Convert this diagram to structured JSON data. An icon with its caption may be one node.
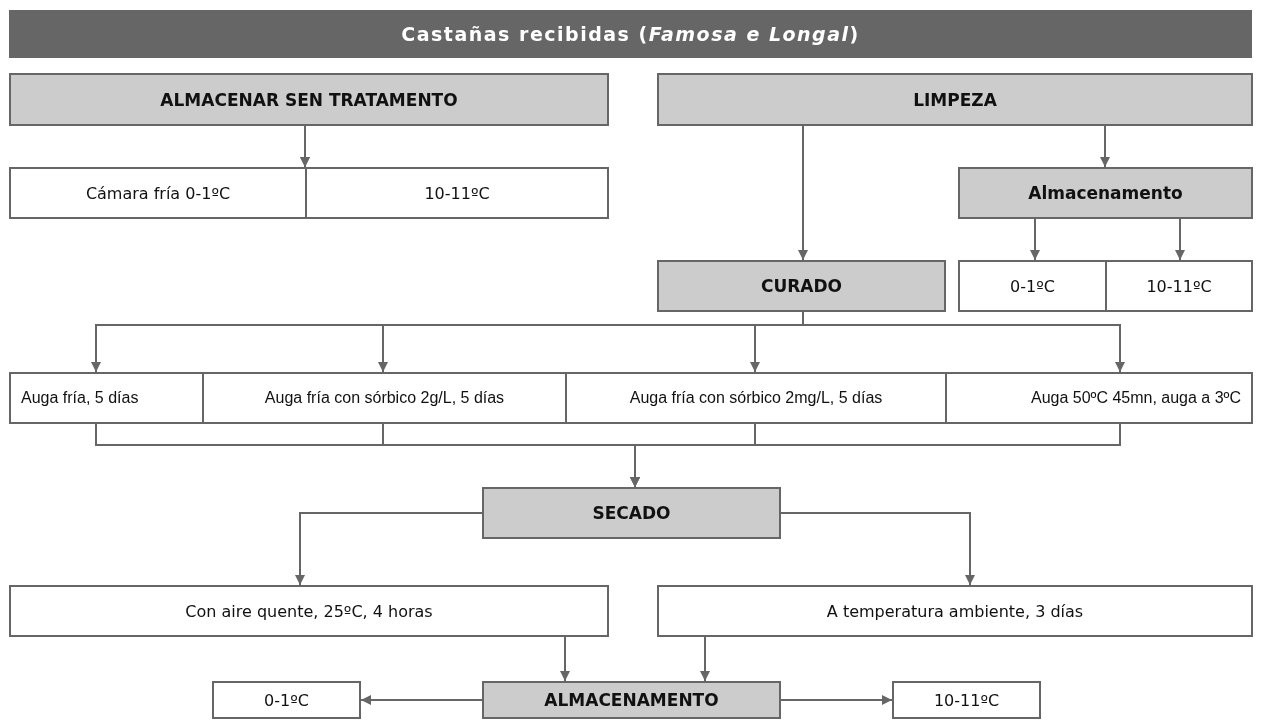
{
  "diagram": {
    "title": "Castañas recibidas (*Famosa e Longal*)",
    "nodes": [
      {
        "text": [
          "ALMACENAR SEN TRATAMENTO"
        ]
      },
      {
        "text": [
          "LIMPEZA"
        ]
      },
      {
        "text": [
          "Cámara fría 0-1ºC"
        ]
      },
      {
        "text": [
          "10-11ºC"
        ]
      },
      {
        "text": [
          "Almacenamento"
        ]
      },
      {
        "text": [
          "CURADO"
        ]
      },
      {
        "text": [
          "0-1ºC"
        ]
      },
      {
        "text": [
          "10-11ºC"
        ]
      },
      {
        "text": [
          "Auga fría, 5 días"
        ]
      },
      {
        "text": [
          "Auga fría con sórbico 2g/L, 5 días"
        ]
      },
      {
        "text": [
          "Auga fría con sórbico 2mg/L, 5 días"
        ]
      },
      {
        "text": [
          "Auga 50ºC 45mn, auga a 3ºC"
        ]
      },
      {
        "text": [
          "SECADO"
        ]
      },
      {
        "text": [
          "Con aire quente, 25ºC, 4 horas"
        ]
      },
      {
        "text": [
          "A temperatura ambiente, 3 días"
        ]
      },
      {
        "text": [
          "0-1ºC"
        ]
      },
      {
        "text": [
          "ALMACENAMENTO"
        ]
      },
      {
        "text": [
          "10-11ºC"
        ]
      }
    ],
    "edges": [
      {
        "from": 0,
        "to": 2,
        "arrow": "to"
      },
      {
        "from": 0,
        "to": 3,
        "arrow": "to"
      },
      {
        "from": 1,
        "to": 5,
        "arrow": "to"
      },
      {
        "from": 1,
        "to": 4,
        "arrow": "to"
      },
      {
        "from": 4,
        "to": 6,
        "arrow": "to"
      },
      {
        "from": 4,
        "to": 7,
        "arrow": "to"
      },
      {
        "from": 5,
        "to": 8,
        "arrow": "to"
      },
      {
        "from": 5,
        "to": 9,
        "arrow": "to"
      },
      {
        "from": 5,
        "to": 10,
        "arrow": "to"
      },
      {
        "from": 5,
        "to": 11,
        "arrow": "to"
      },
      {
        "from": 8,
        "to": 12,
        "arrow": "to"
      },
      {
        "from": 9,
        "to": 12,
        "arrow": "to"
      },
      {
        "from": 10,
        "to": 12,
        "arrow": "to"
      },
      {
        "from": 11,
        "to": 12,
        "arrow": "to"
      },
      {
        "from": 12,
        "to": 13,
        "arrow": "to"
      },
      {
        "from": 12,
        "to": 14,
        "arrow": "to"
      },
      {
        "from": 13,
        "to": 16,
        "arrow": "to"
      },
      {
        "from": 14,
        "to": 16,
        "arrow": "to"
      },
      {
        "from": 16,
        "to": 15,
        "arrow": "to"
      },
      {
        "from": 16,
        "to": 17,
        "arrow": "to"
      }
    ]
  }
}
